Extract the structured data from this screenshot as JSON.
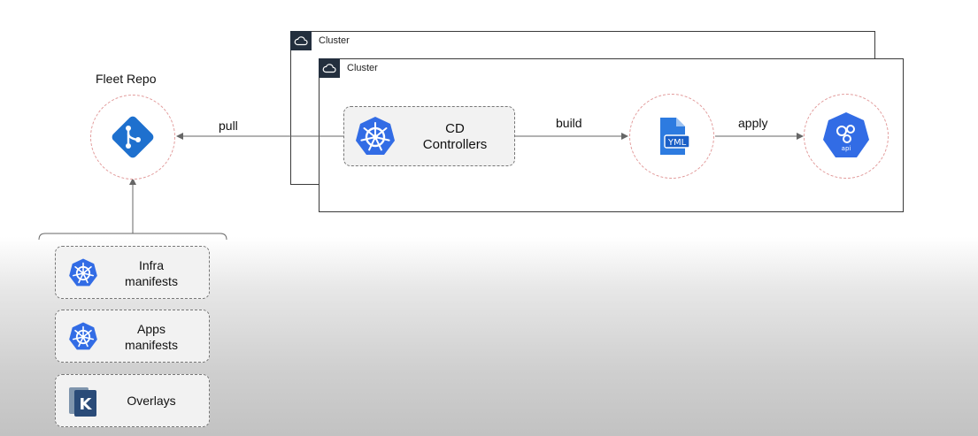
{
  "fleet_repo": {
    "title": "Fleet Repo",
    "icon": "git-icon"
  },
  "clusters": [
    {
      "label": "Cluster",
      "icon": "cloud-icon"
    },
    {
      "label": "Cluster",
      "icon": "cloud-icon"
    }
  ],
  "cd_controllers": {
    "line1": "CD",
    "line2": "Controllers",
    "icon": "kubernetes-icon"
  },
  "yml_node": {
    "icon": "yml-file-icon",
    "text": "YML"
  },
  "api_node": {
    "icon": "kubernetes-api-icon",
    "text": "api"
  },
  "edges": {
    "pull": "pull",
    "build": "build",
    "apply": "apply"
  },
  "sources": [
    {
      "line1": "Infra",
      "line2": "manifests",
      "icon": "kubernetes-icon"
    },
    {
      "line1": "Apps",
      "line2": "manifests",
      "icon": "kubernetes-icon"
    },
    {
      "line1": "Overlays",
      "line2": "",
      "icon": "kustomize-icon",
      "icon_text": "K"
    }
  ],
  "colors": {
    "kubernetes_blue": "#326ce5",
    "git_blue": "#1e70ce",
    "cluster_tag": "#232f3e",
    "arrow": "#666666",
    "circle_border": "#e29a9a"
  }
}
